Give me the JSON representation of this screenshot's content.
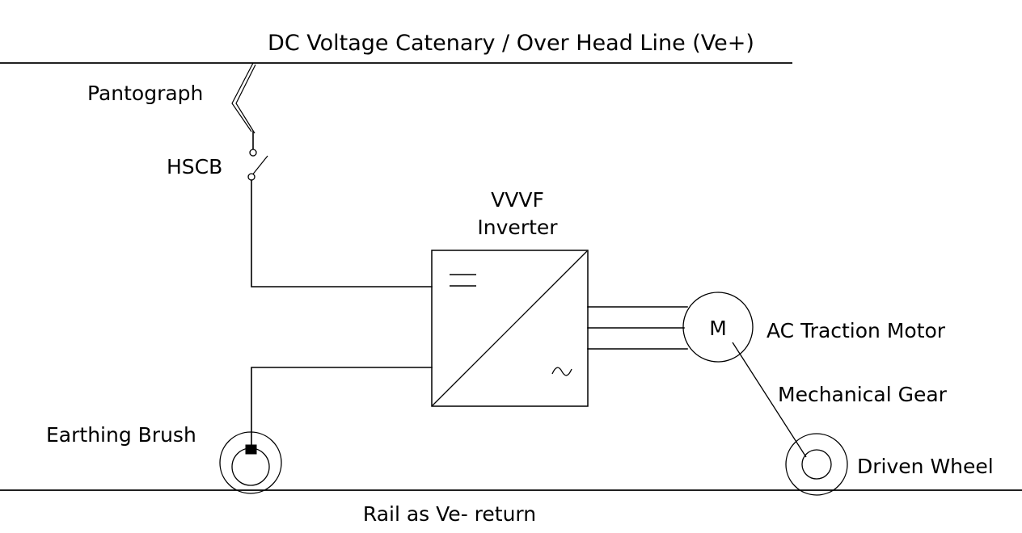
{
  "diagram": {
    "title": "DC Voltage Catenary / Over Head Line (Ve+)",
    "bottom_label": "Rail as Ve- return",
    "labels": {
      "pantograph": "Pantograph",
      "hscb": "HSCB",
      "inverter_line1": "VVVF",
      "inverter_line2": "Inverter",
      "motor_symbol": "M",
      "motor_label": "AC Traction Motor",
      "mechanical_gear": "Mechanical Gear",
      "driven_wheel": "Driven Wheel",
      "earthing_brush": "Earthing Brush"
    },
    "symbols": {
      "dc_symbol": "dc-double-line-symbol",
      "ac_symbol": "ac-sine-wave-symbol",
      "converter_diagonal": "converter-diagonal-divider"
    },
    "colors": {
      "line": "#000000",
      "background": "#ffffff"
    }
  }
}
